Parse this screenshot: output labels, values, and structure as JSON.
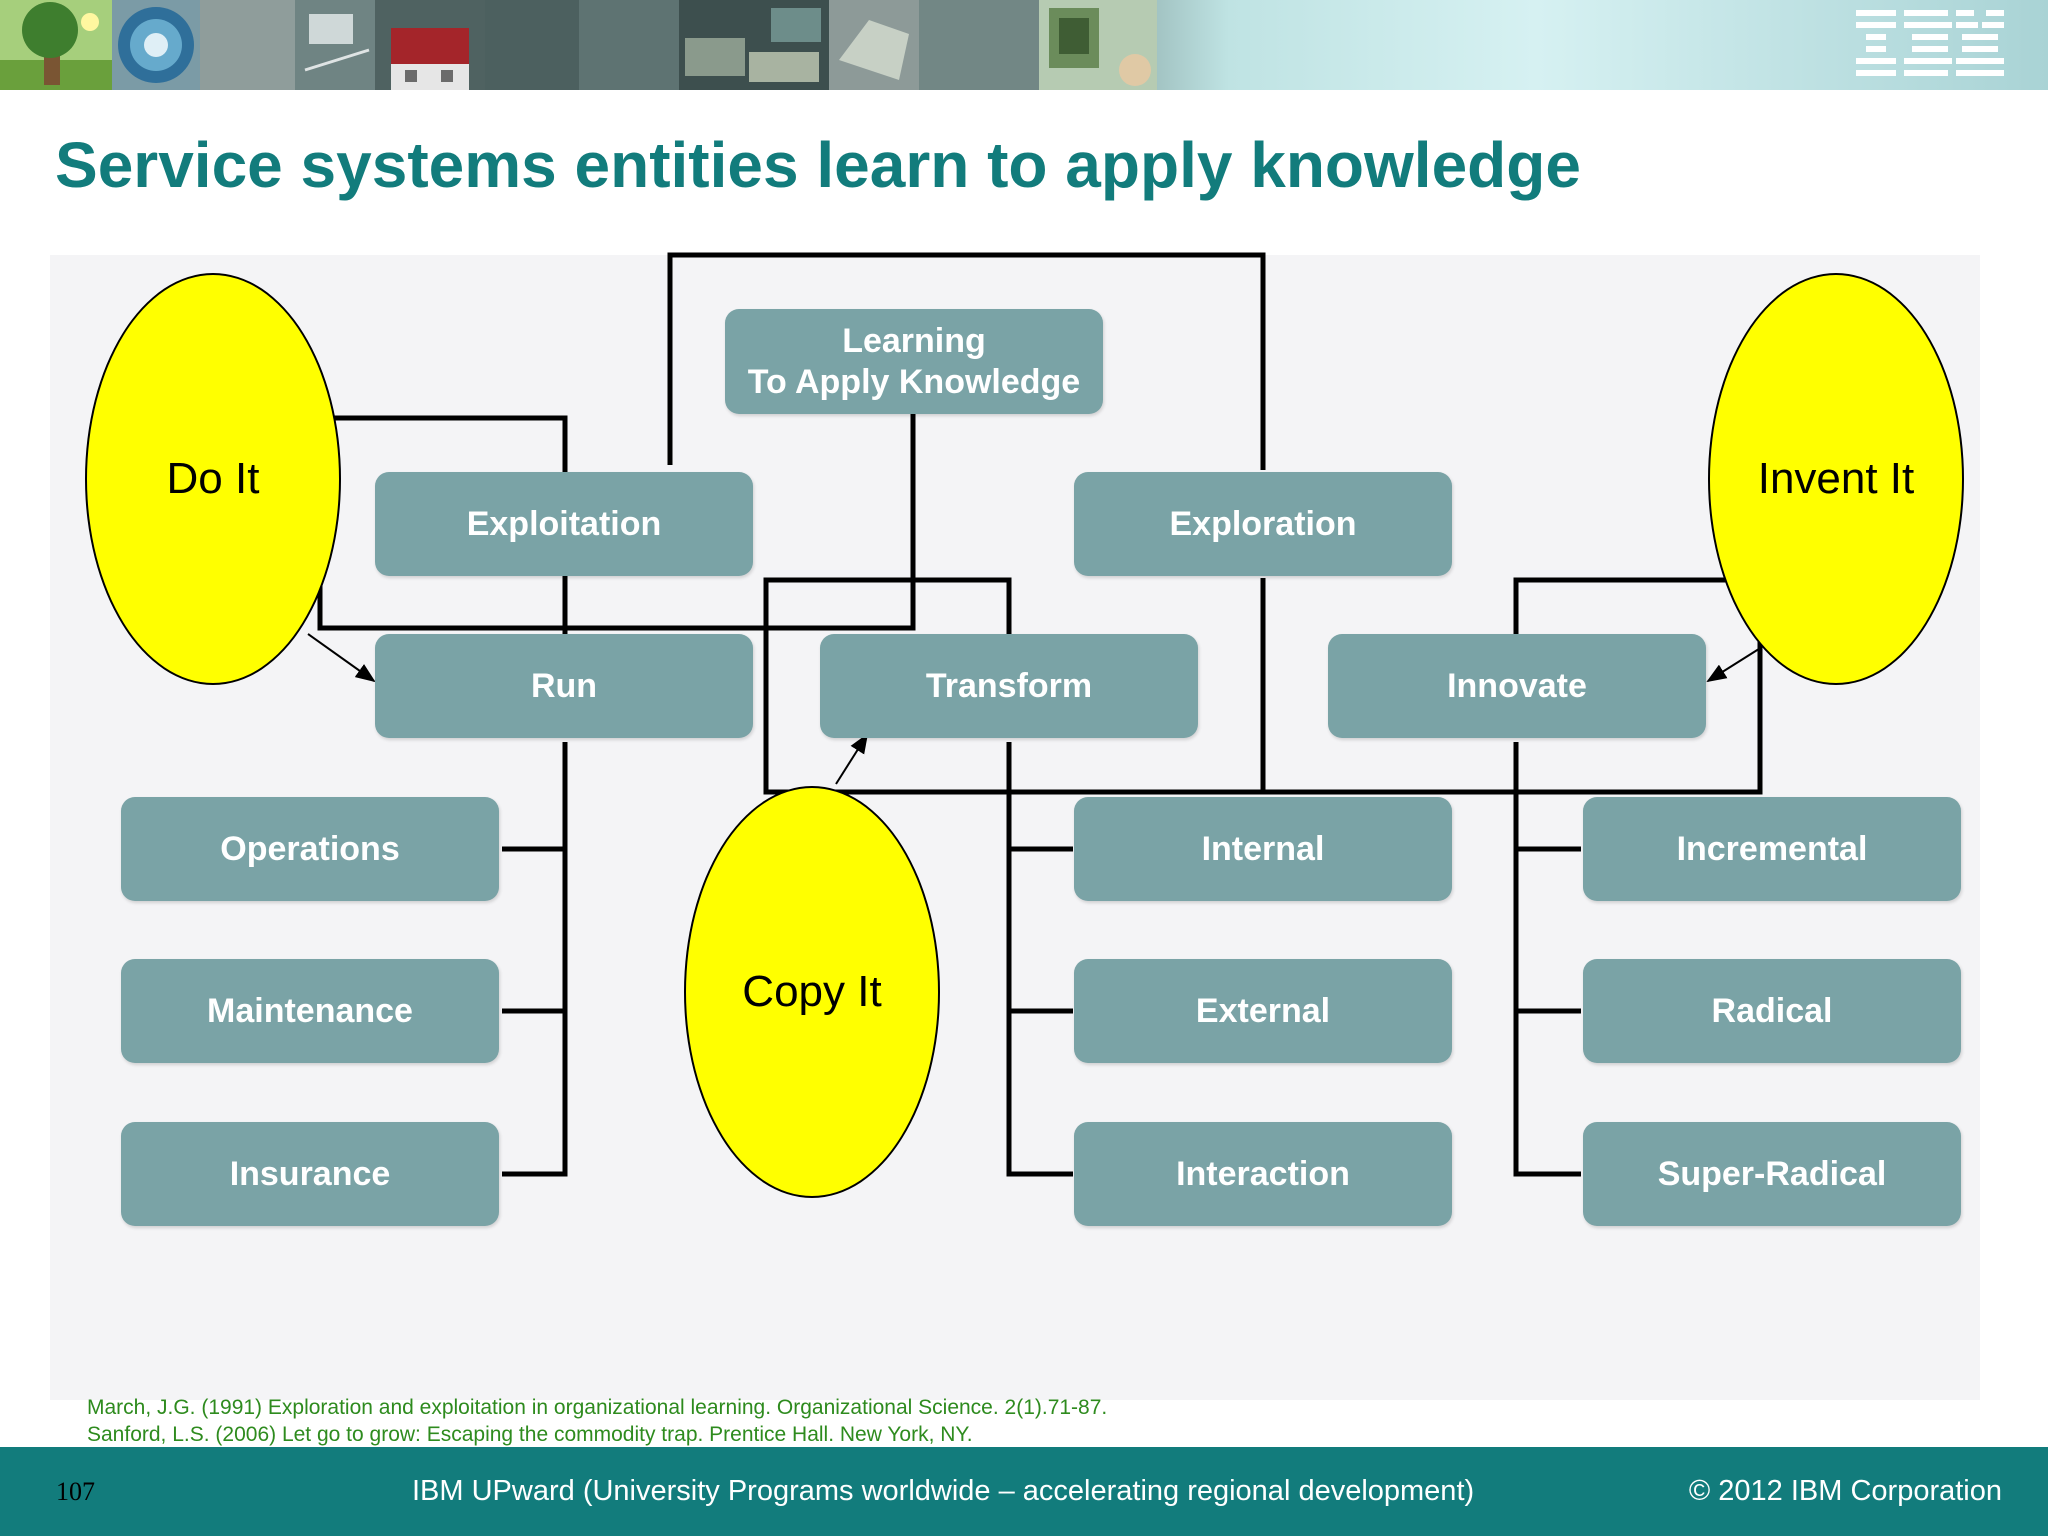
{
  "slide": {
    "title": "Service systems entities learn to apply knowledge",
    "page_number": "107",
    "footer_center": "IBM UPward (University Programs worldwide – accelerating regional development)",
    "footer_right": "© 2012 IBM Corporation",
    "logo": "IBM",
    "accent_color": "#127c7c"
  },
  "diagram": {
    "root": "Learning\nTo Apply Knowledge",
    "level1": [
      "Exploitation",
      "Exploration"
    ],
    "level2": [
      "Run",
      "Transform",
      "Innovate"
    ],
    "run_children": [
      "Operations",
      "Maintenance",
      "Insurance"
    ],
    "transform_children": [
      "Internal",
      "External",
      "Interaction"
    ],
    "innovate_children": [
      "Incremental",
      "Radical",
      "Super-Radical"
    ],
    "ellipses": [
      "Do It",
      "Copy It",
      "Invent It"
    ],
    "box_color": "#7aa3a6",
    "ellipse_color": "#ffff00"
  },
  "references": [
    "March, J.G.  (1991)  Exploration and exploitation in organizational learning.  Organizational Science. 2(1).71-87.",
    "Sanford, L.S. (2006) Let go to grow: Escaping the commodity trap. Prentice Hall. New York, NY."
  ]
}
